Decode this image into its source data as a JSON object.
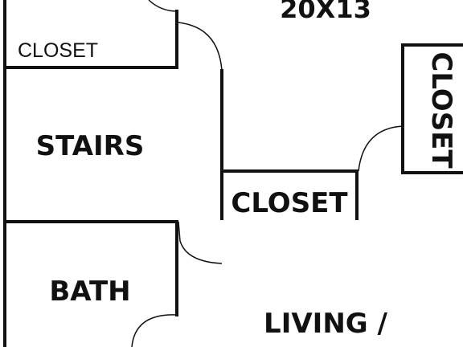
{
  "plan": {
    "ink_color": "#111111",
    "background": "#ffffff",
    "rooms": {
      "bedroom_dims": "20X13",
      "closet_top_left": "CLOSET",
      "stairs": "STAIRS",
      "closet_center": "CLOSET",
      "closet_right": "CLOSET",
      "bath": "BATH",
      "living": "LIVING /"
    }
  }
}
